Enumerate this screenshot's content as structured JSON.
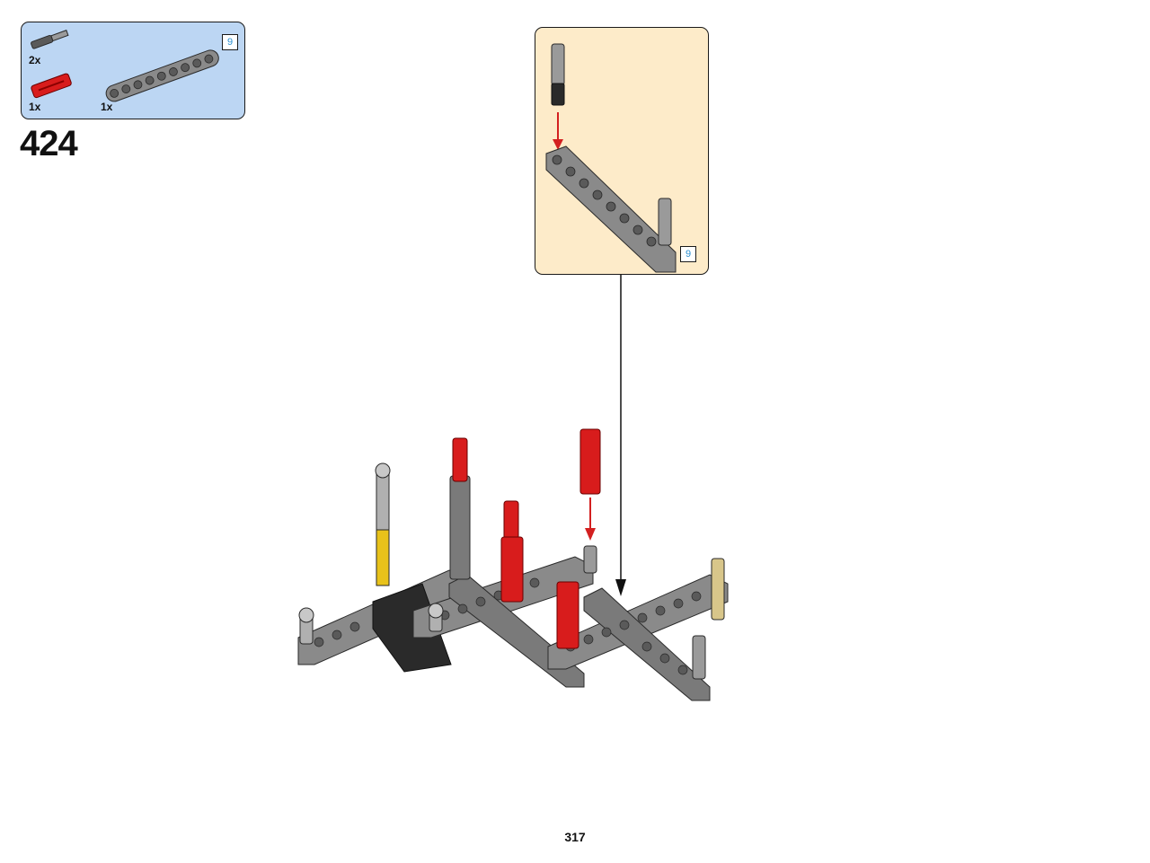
{
  "parts_list": {
    "items": [
      {
        "part": "dark-grey-axle-pin",
        "quantity": "2x"
      },
      {
        "part": "red-axle-connector",
        "quantity": "1x"
      },
      {
        "part": "dark-grey-liftarm-9",
        "quantity": "1x"
      }
    ],
    "liftarm_length": "9"
  },
  "step": {
    "number": "424"
  },
  "callout": {
    "liftarm_length": "9"
  },
  "page": {
    "number": "317"
  },
  "colors": {
    "parts_box": "#bcd6f3",
    "callout_box": "#fdebc9",
    "length_tag_text": "#2a8fd0",
    "liftarm_grey": "#8a8a8a",
    "connector_red": "#d81c1c",
    "axle_yellow": "#e8c21a",
    "pin_tan": "#d8c68a",
    "arrow_red": "#d32020"
  }
}
